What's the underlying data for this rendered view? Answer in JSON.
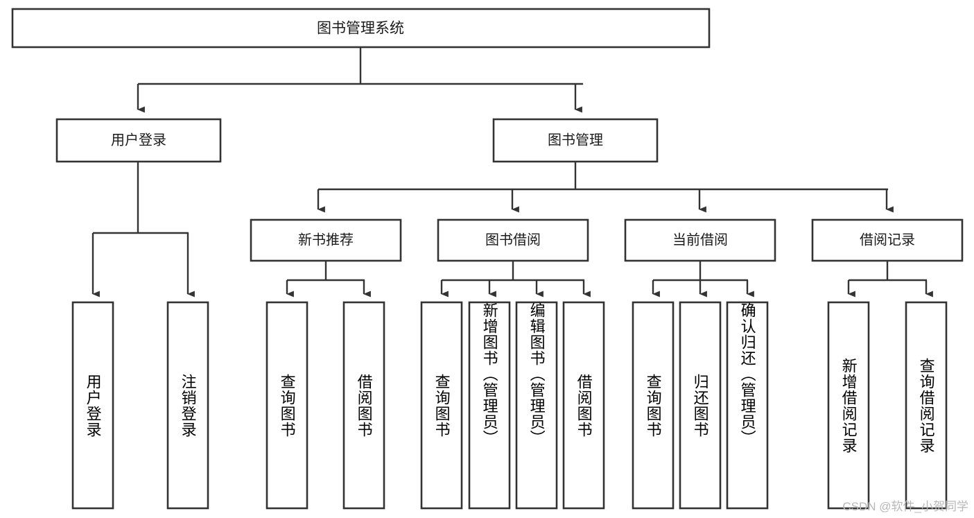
{
  "diagram": {
    "type": "tree-hierarchy",
    "title": "图书管理系统",
    "colors": {
      "box_stroke": "#333333",
      "box_fill": "#ffffff",
      "connector": "#333333",
      "text": "#1a1a1a",
      "watermark": "#b8b8b8",
      "background": "#ffffff"
    },
    "root": {
      "label": "图书管理系统"
    },
    "level1": [
      {
        "label": "用户登录"
      },
      {
        "label": "图书管理"
      }
    ],
    "level2": [
      {
        "label": "新书推荐"
      },
      {
        "label": "图书借阅"
      },
      {
        "label": "当前借阅"
      },
      {
        "label": "借阅记录"
      }
    ],
    "leaves": {
      "user_login": [
        {
          "label": "用户登录"
        },
        {
          "label": "注销登录"
        }
      ],
      "new_book_recommend": [
        {
          "label": "查询图书"
        },
        {
          "label": "借阅图书"
        }
      ],
      "book_borrow": [
        {
          "label": "查询图书"
        },
        {
          "label": "新增图书（管理员）"
        },
        {
          "label": "编辑图书（管理员）"
        },
        {
          "label": "借阅图书"
        }
      ],
      "current_borrow": [
        {
          "label": "查询图书"
        },
        {
          "label": "归还图书"
        },
        {
          "label": "确认归还（管理员）"
        }
      ],
      "borrow_record": [
        {
          "label": "新增借阅记录"
        },
        {
          "label": "查询借阅记录"
        }
      ]
    }
  },
  "watermark": {
    "text": "CSDN @软件_小贺同学"
  }
}
